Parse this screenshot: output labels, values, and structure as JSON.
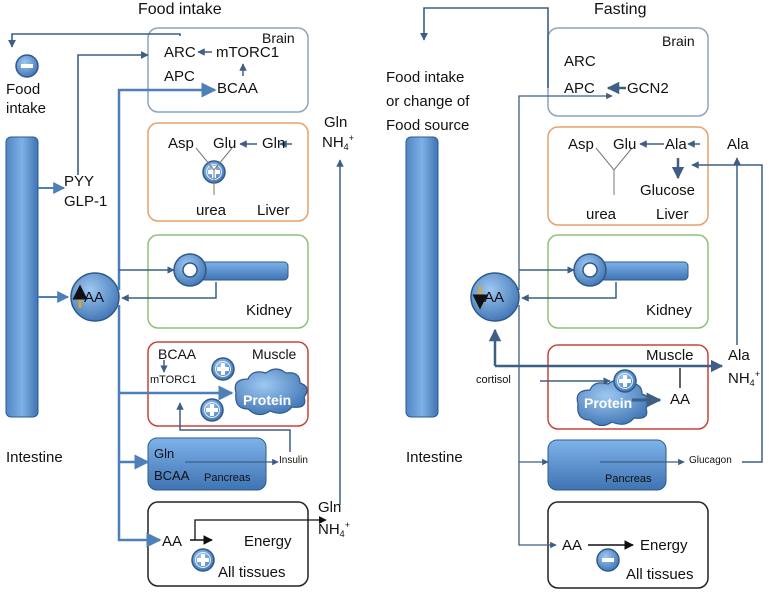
{
  "left": {
    "title": "Food intake",
    "brain": {
      "label": "Brain",
      "arc": "ARC",
      "apc": "APC",
      "mtorc1": "mTORC1",
      "bcaa": "BCAA"
    },
    "satiety": {
      "line1": "Food",
      "line2": "intake"
    },
    "gln_top": {
      "gln": "Gln",
      "nh": "NH",
      "sub": "4",
      "sup": "+"
    },
    "liver": {
      "label": "Liver",
      "asp": "Asp",
      "glu": "Glu",
      "gln": "Gln",
      "urea": "urea"
    },
    "intestine": {
      "label": "Intestine",
      "pyy": "PYY",
      "glp1": "GLP-1"
    },
    "aa": "AA",
    "kidney": {
      "label": "Kidney"
    },
    "muscle": {
      "label": "Muscle",
      "bcaa": "BCAA",
      "mtorc1": "mTORC1",
      "protein": "Protein"
    },
    "pancreas": {
      "label": "Pancreas",
      "gln": "Gln",
      "bcaa": "BCAA",
      "insulin": "Insulin"
    },
    "tissues": {
      "aa": "AA",
      "energy": "Energy",
      "label": "All tissues"
    },
    "gln_bottom": {
      "gln": "Gln",
      "nh": "NH",
      "sub": "4",
      "sup": "+"
    }
  },
  "right": {
    "title": "Fasting",
    "brain": {
      "label": "Brain",
      "arc": "ARC",
      "apc": "APC",
      "gcn2": "GCN2"
    },
    "food_change": {
      "line1": "Food intake",
      "line2": "or change of",
      "line3": "Food source"
    },
    "liver": {
      "asp": "Asp",
      "glu": "Glu",
      "ala": "Ala",
      "urea": "urea",
      "glucose": "Glucose",
      "label": "Liver"
    },
    "ala_top": "Ala",
    "intestine": {
      "label": "Intestine"
    },
    "aa": "AA",
    "kidney": {
      "label": "Kidney"
    },
    "muscle": {
      "label": "Muscle",
      "protein": "Protein",
      "aa": "AA",
      "cortisol": "cortisol"
    },
    "ala_nh": {
      "ala": "Ala",
      "nh": "NH",
      "sub": "4",
      "sup": "+"
    },
    "pancreas": {
      "label": "Pancreas",
      "glucagon": "Glucagon"
    },
    "tissues": {
      "aa": "AA",
      "energy": "Energy",
      "label": "All tissues"
    }
  },
  "colors": {
    "blue": "#5b8fcb",
    "dark_blue": "#3d6a9a",
    "arrow": "#4a6e95",
    "liver_border": "#e8a06a",
    "kidney_border": "#8ec07a",
    "muscle_border": "#c8443c",
    "brain_border": "#8aa3be"
  }
}
